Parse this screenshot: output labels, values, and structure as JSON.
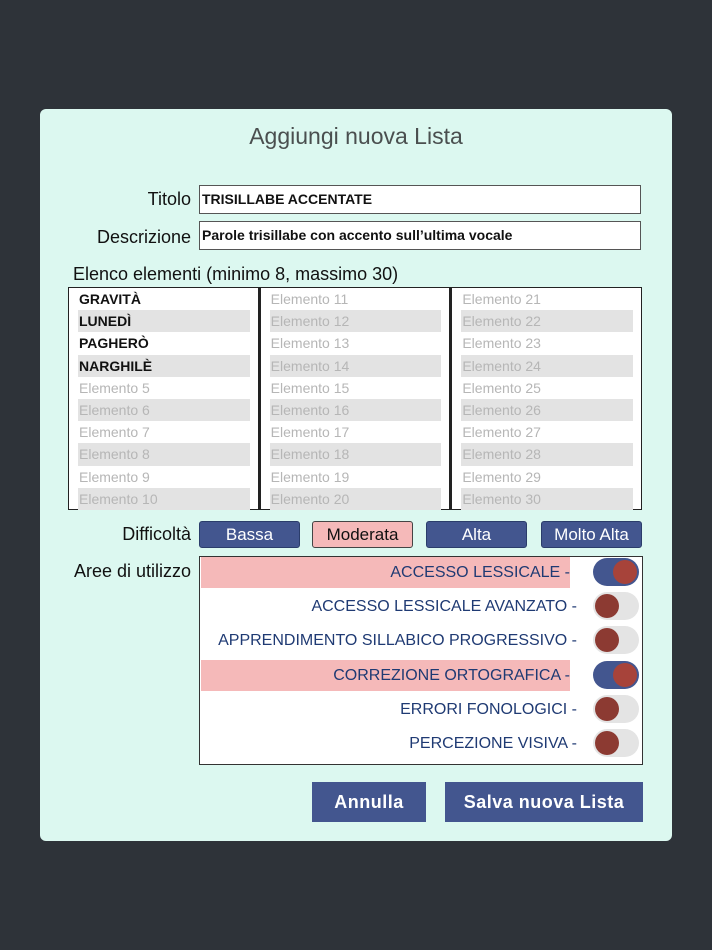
{
  "dialog": {
    "title": "Aggiungi nuova Lista",
    "titolo_label": "Titolo",
    "titolo_value": "TRISILLABE ACCENTATE",
    "descrizione_label": "Descrizione",
    "descrizione_value": "Parole trisillabe con accento sull’ultima vocale",
    "elenco_label": "Elenco elementi (minimo 8, massimo 30)",
    "elementi": [
      [
        "GRAVITÀ",
        "LUNEDÌ",
        "PAGHERÒ",
        "NARGHILÈ",
        "Elemento 5",
        "Elemento 6",
        "Elemento 7",
        "Elemento 8",
        "Elemento 9",
        "Elemento 10"
      ],
      [
        "Elemento 11",
        "Elemento 12",
        "Elemento 13",
        "Elemento 14",
        "Elemento 15",
        "Elemento 16",
        "Elemento 17",
        "Elemento 18",
        "Elemento 19",
        "Elemento 20"
      ],
      [
        "Elemento 21",
        "Elemento 22",
        "Elemento 23",
        "Elemento 24",
        "Elemento 25",
        "Elemento 26",
        "Elemento 27",
        "Elemento 28",
        "Elemento 29",
        "Elemento 30"
      ]
    ],
    "filled_count": 4,
    "difficolta_label": "Difficoltà",
    "difficolta": [
      "Bassa",
      "Moderata",
      "Alta",
      "Molto Alta"
    ],
    "difficolta_selected": "Moderata",
    "aree_label": "Aree di utilizzo",
    "aree": [
      {
        "label": "ACCESSO LESSICALE -",
        "on": true
      },
      {
        "label": "ACCESSO LESSICALE AVANZATO -",
        "on": false
      },
      {
        "label": "APPRENDIMENTO SILLABICO PROGRESSIVO -",
        "on": false
      },
      {
        "label": "CORREZIONE ORTOGRAFICA -",
        "on": true
      },
      {
        "label": "ERRORI FONOLOGICI -",
        "on": false
      },
      {
        "label": "PERCEZIONE VISIVA -",
        "on": false
      }
    ],
    "annulla_label": "Annulla",
    "salva_label": "Salva nuova Lista"
  },
  "colors": {
    "background": "#2e3339",
    "dialog": "#dcf8f0",
    "accent": "#43568f",
    "highlight": "#f5b9b9",
    "knob": "#8c3a32"
  }
}
